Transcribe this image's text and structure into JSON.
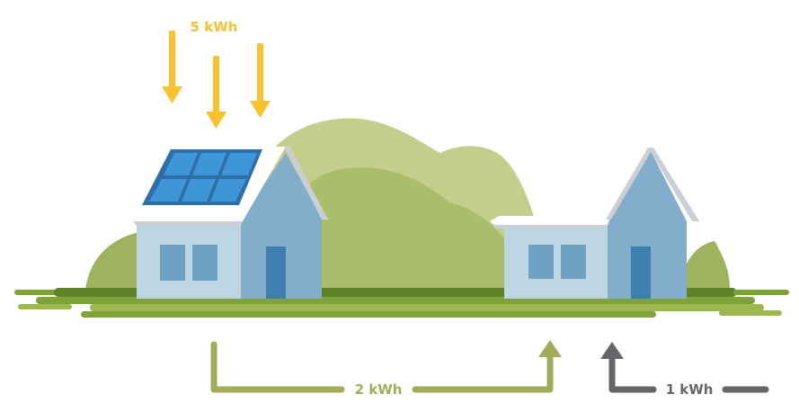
{
  "labels": {
    "solar": "5 kWh",
    "shared": "2 kWh",
    "grid": "1 kWh"
  },
  "colors": {
    "solar": "#F8C22D",
    "shared": "#A3AB59",
    "grid": "#646669",
    "hill_light": "#C4CD8A",
    "hill_mid": "#A9BD6A",
    "hill_dark": "#9FB35F",
    "ground_dark": "#5F8228",
    "ground": "#80A23B",
    "ground_light": "#9DB94D",
    "wall_front": "#BDD6E3",
    "wall_side": "#83AECB",
    "roof": "#FFFFFF",
    "roof_edge": "#C9CFD4",
    "window": "#6FA1C4",
    "door": "#3F7FAF",
    "panel": "#3E96D8",
    "panel_frame": "#2E6FA8"
  },
  "icons": [
    "sun-ray-arrow-icon",
    "solar-panel-icon",
    "flow-arrow-icon"
  ]
}
